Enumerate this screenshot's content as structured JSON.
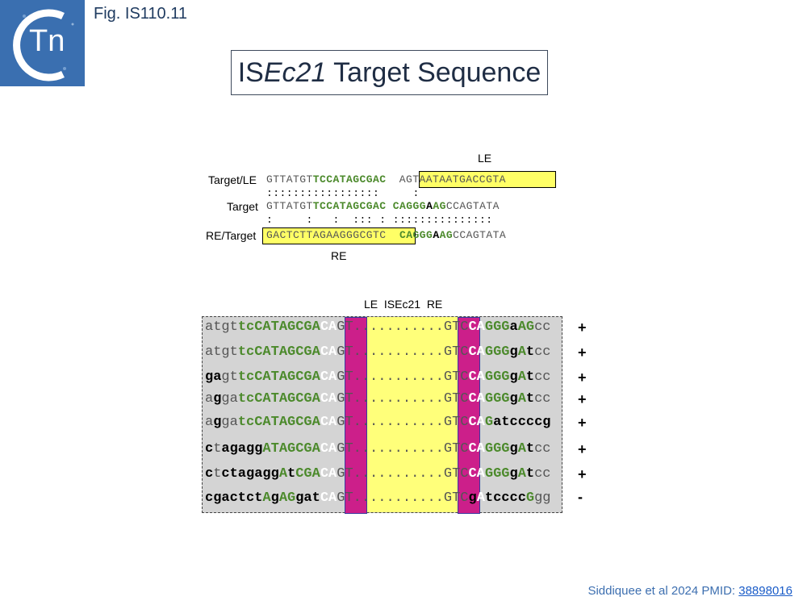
{
  "fig_label": "Fig. IS110.11",
  "logo_text": "Tn",
  "title_prefix": "IS",
  "title_italic": "Ec21",
  "title_suffix": " Target Sequence",
  "alignment": {
    "le_label": "LE",
    "re_label": "RE",
    "row_labels": [
      "Target/LE",
      "Target",
      "RE/Target"
    ],
    "row1": {
      "a": "GTTATGT",
      "b": "TCCATAGCGAC",
      "box": "AGTAATAATGACCGTA"
    },
    "match1": ":::::::::::::::::     :",
    "row2": {
      "a": "GTTATGT",
      "b": "TCCATAGCGAC",
      "c": "CAGGG",
      "d": "A",
      "e": "AG",
      "f": "CCAGTATA"
    },
    "match2": ":     :   :  ::: : :::::::::::::::",
    "row3": {
      "box": "GACTCTTAGAAGGGCGTC",
      "c": "CAGGG",
      "d": "A",
      "e": "AG",
      "f": "CCAGTATA"
    }
  },
  "table": {
    "header": "LE  ISEc21  RE",
    "signs": [
      "+",
      "+",
      "+",
      "+",
      "+",
      "+",
      "+",
      "-"
    ]
  },
  "citation": {
    "text": "Siddiquee et al 2024 PMID: ",
    "pmid": "38898016"
  },
  "colors": {
    "green": "#4c8a2c",
    "magenta": "#cc1f8a",
    "yellow": "#ffff66",
    "blue": "#3a6fb0"
  }
}
